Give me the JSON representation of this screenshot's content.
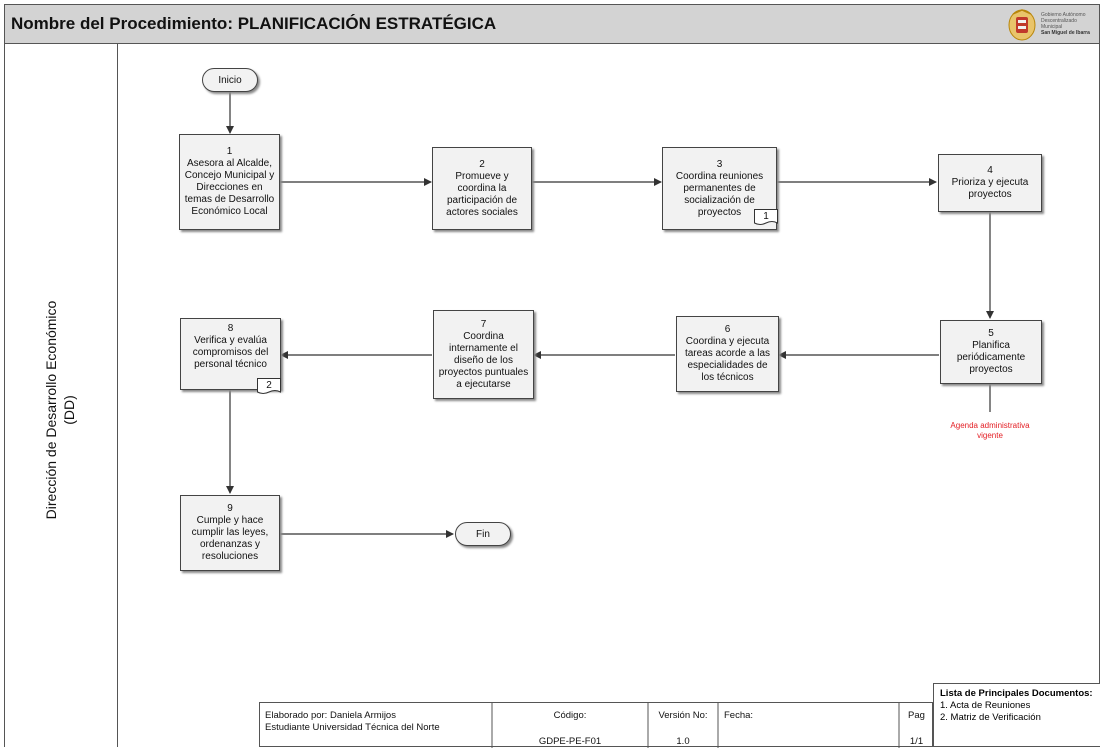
{
  "header": {
    "title": "Nombre del Procedimiento: PLANIFICACIÓN ESTRATÉGICA",
    "logo_lines": [
      "Gobierno Autónomo",
      "Descentralizado Municipal",
      "San Miguel de Ibarra"
    ]
  },
  "lane": {
    "line1": "Dirección de Desarrollo Económico",
    "line2": "(DD)"
  },
  "terminals": {
    "start": "Inicio",
    "end": "Fin"
  },
  "steps": [
    {
      "num": "1",
      "text": "Asesora al Alcalde, Concejo Municipal y Direcciones en temas de Desarrollo Económico Local"
    },
    {
      "num": "2",
      "text": "Promueve y coordina la participación de actores sociales"
    },
    {
      "num": "3",
      "text": "Coordina reuniones permanentes de socialización de proyectos"
    },
    {
      "num": "4",
      "text": "Prioriza y ejecuta proyectos"
    },
    {
      "num": "5",
      "text": "Planifica periódicamente proyectos"
    },
    {
      "num": "6",
      "text": "Coordina y ejecuta tareas acorde a las especialidades de los técnicos"
    },
    {
      "num": "7",
      "text": "Coordina internamente el diseño de los proyectos puntuales a ejecutarse"
    },
    {
      "num": "8",
      "text": "Verifica y evalúa compromisos del personal técnico"
    },
    {
      "num": "9",
      "text": "Cumple y hace cumplir las leyes, ordenanzas y resoluciones"
    }
  ],
  "doc_refs": {
    "step3": "1",
    "step8": "2"
  },
  "annotation": "Agenda administrativa vigente",
  "footer": {
    "author_line1": "Elaborado por: Daniela Armijos",
    "author_line2": "Estudiante Universidad Técnica del Norte",
    "code_label": "Código:",
    "code_value": "GDPE-PE-F01",
    "version_label": "Versión No:",
    "version_value": "1.0",
    "date_label": "Fecha:",
    "date_value": "",
    "page_label": "Pag",
    "page_value": "1/1"
  },
  "documents": {
    "title": "Lista de Principales Documentos:",
    "items": [
      "1. Acta de Reuniones",
      "2. Matriz de Verificación"
    ]
  },
  "colors": {
    "header_bg": "#d3d3d3",
    "box_fill": "#f2f2f2",
    "annotation": "#e31e24"
  }
}
